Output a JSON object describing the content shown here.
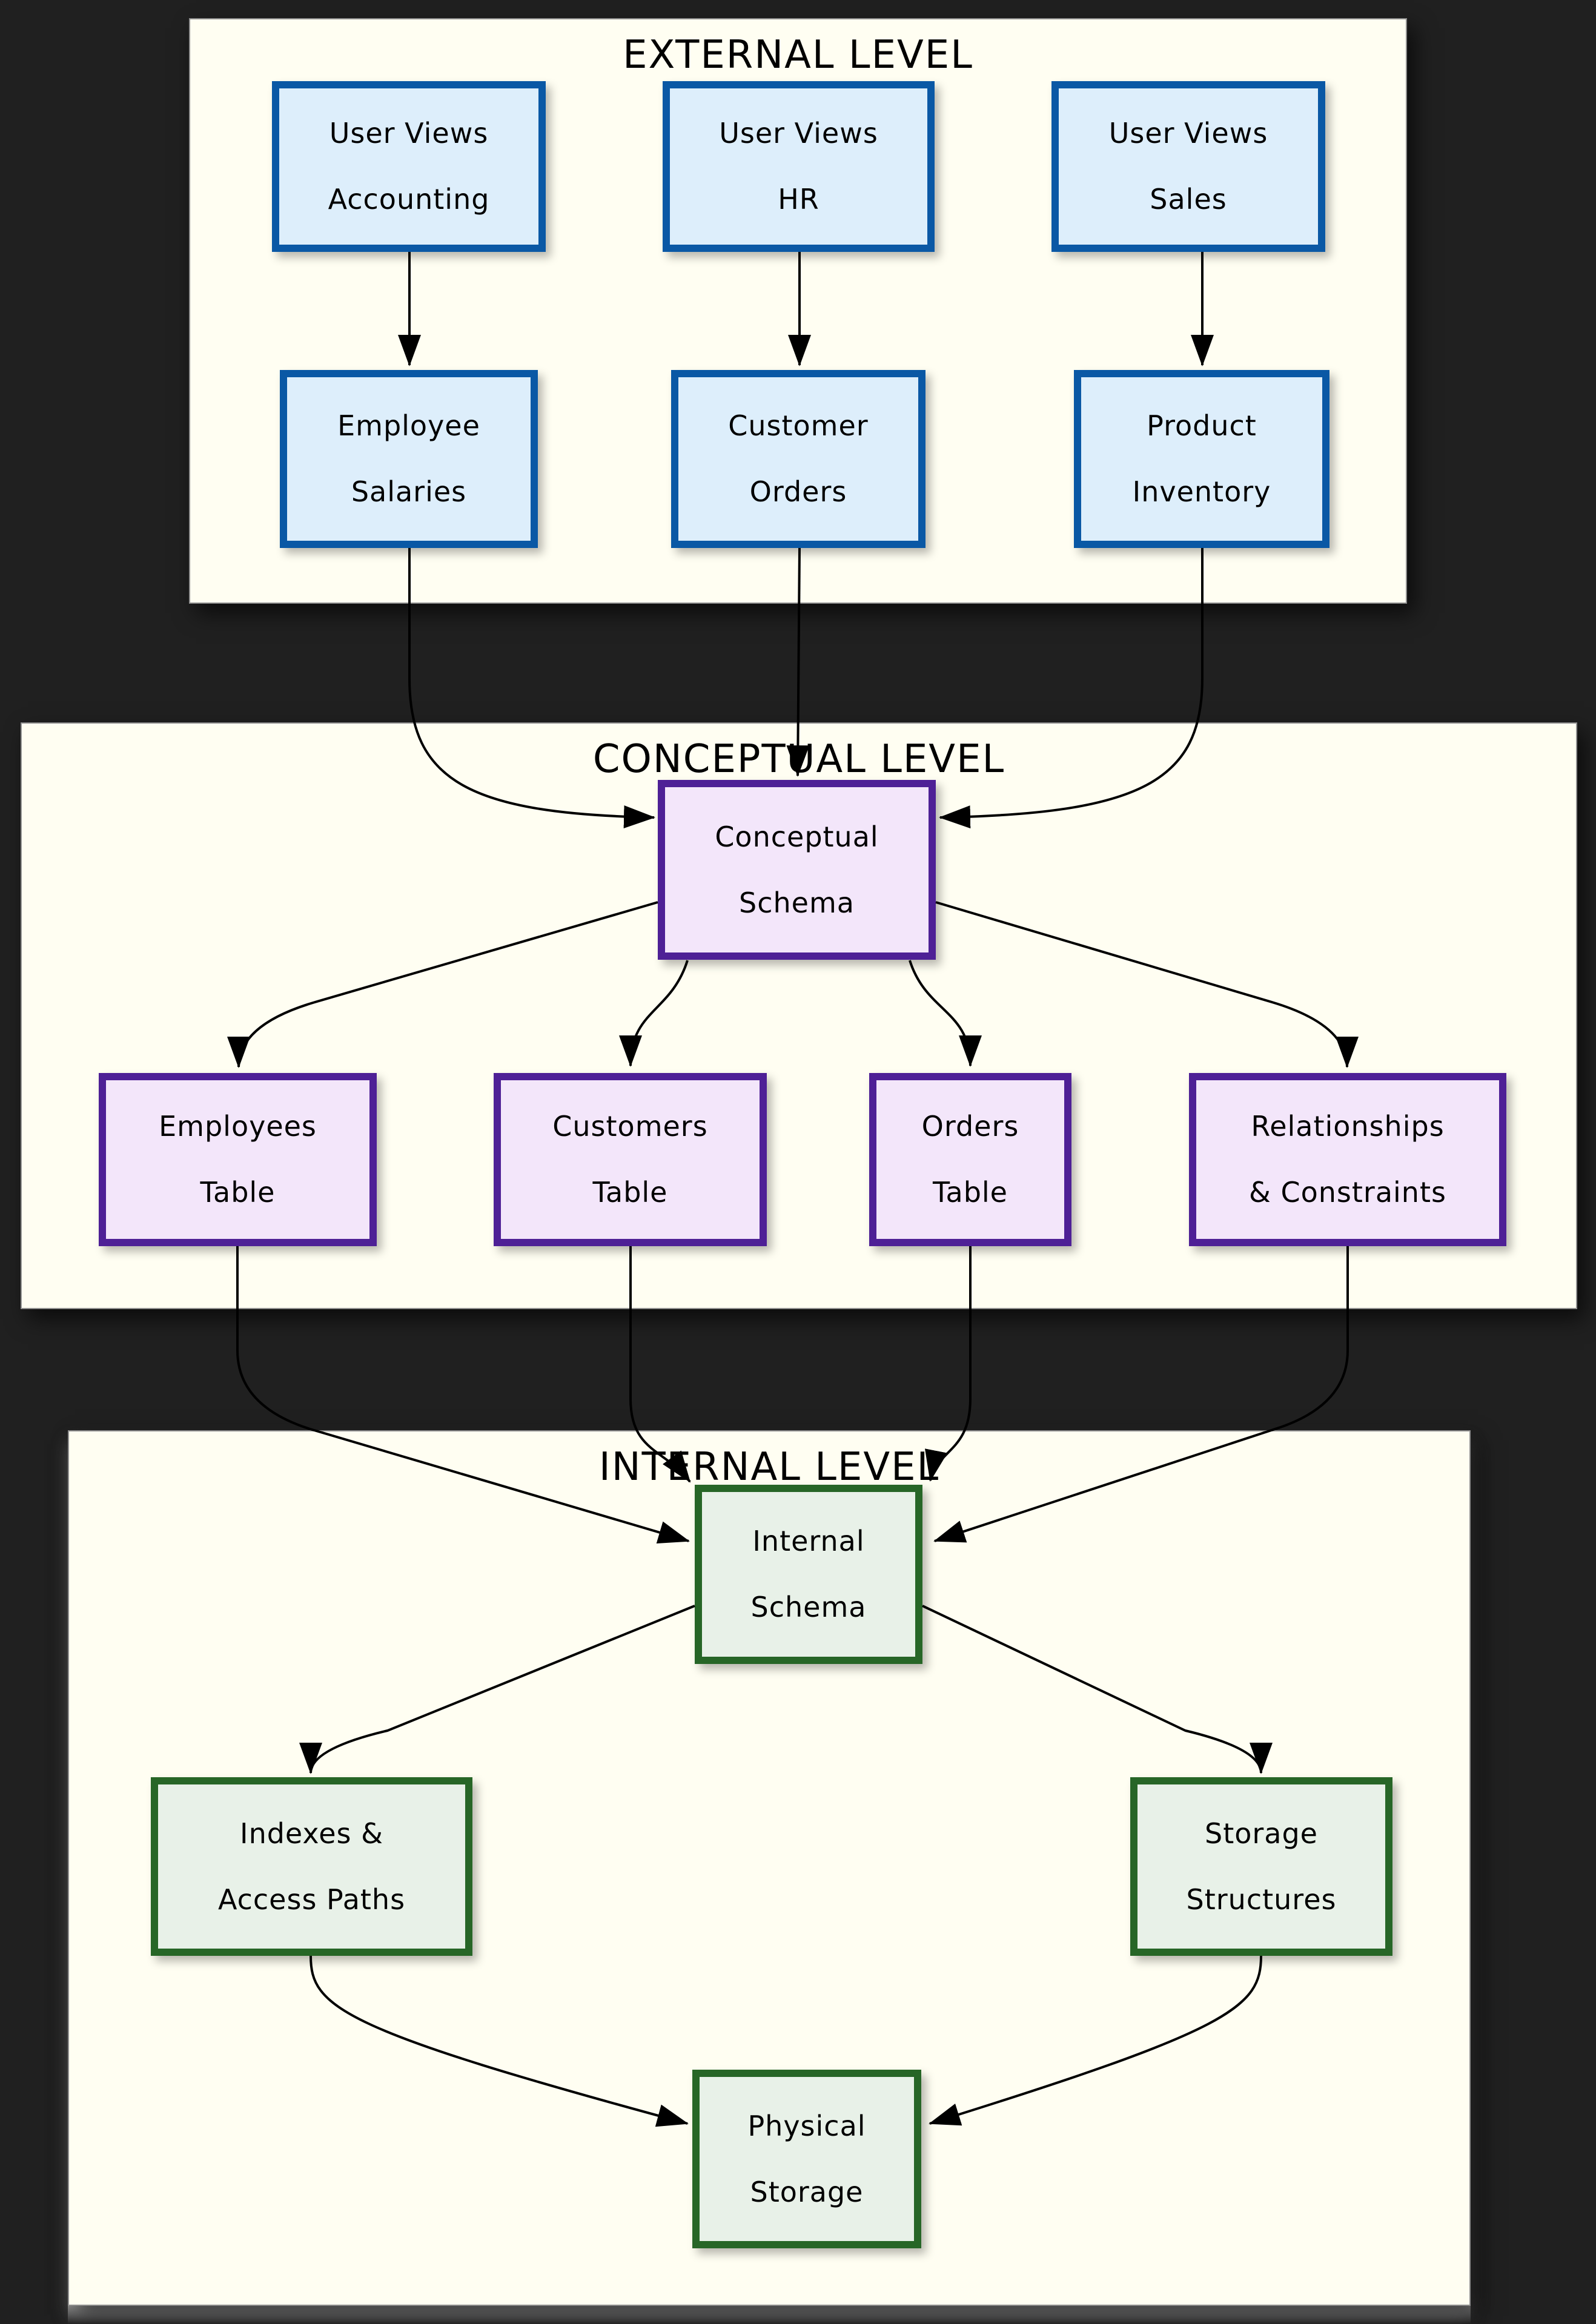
{
  "theme": {
    "page_bg": "#202020",
    "panel_bg": "#fffef2",
    "panel_border": "#8f8f8f",
    "external_border": "#0a58a5",
    "external_fill": "#ddeefb",
    "conceptual_border": "#4e2096",
    "conceptual_fill": "#f3e6fa",
    "internal_border": "#276627",
    "internal_fill": "#e8f1e8",
    "line_color": "#000000",
    "text_color": "#000000"
  },
  "levels": [
    {
      "name": "external",
      "title": "EXTERNAL LEVEL",
      "boxes": [
        {
          "id": "uv-accounting",
          "lines": [
            "User Views",
            "Accounting"
          ]
        },
        {
          "id": "uv-hr",
          "lines": [
            "User Views",
            "HR"
          ]
        },
        {
          "id": "uv-sales",
          "lines": [
            "User Views",
            "Sales"
          ]
        },
        {
          "id": "employee-salaries",
          "lines": [
            "Employee",
            "Salaries"
          ]
        },
        {
          "id": "customer-orders",
          "lines": [
            "Customer",
            "Orders"
          ]
        },
        {
          "id": "product-inventory",
          "lines": [
            "Product",
            "Inventory"
          ]
        }
      ]
    },
    {
      "name": "conceptual",
      "title": "CONCEPTUAL LEVEL",
      "boxes": [
        {
          "id": "conceptual-schema",
          "lines": [
            "Conceptual",
            "Schema"
          ]
        },
        {
          "id": "employees-table",
          "lines": [
            "Employees",
            "Table"
          ]
        },
        {
          "id": "customers-table",
          "lines": [
            "Customers",
            "Table"
          ]
        },
        {
          "id": "orders-table",
          "lines": [
            "Orders",
            "Table"
          ]
        },
        {
          "id": "relationships-constraints",
          "lines": [
            "Relationships",
            "& Constraints"
          ]
        }
      ]
    },
    {
      "name": "internal",
      "title": "INTERNAL LEVEL",
      "boxes": [
        {
          "id": "internal-schema",
          "lines": [
            "Internal",
            "Schema"
          ]
        },
        {
          "id": "indexes-access-paths",
          "lines": [
            "Indexes &",
            "Access Paths"
          ]
        },
        {
          "id": "storage-structures",
          "lines": [
            "Storage",
            "Structures"
          ]
        },
        {
          "id": "physical-storage",
          "lines": [
            "Physical",
            "Storage"
          ]
        }
      ]
    }
  ],
  "connections": [
    {
      "from": "uv-accounting",
      "to": "employee-salaries"
    },
    {
      "from": "uv-hr",
      "to": "customer-orders"
    },
    {
      "from": "uv-sales",
      "to": "product-inventory"
    },
    {
      "from": "employee-salaries",
      "to": "conceptual-schema"
    },
    {
      "from": "customer-orders",
      "to": "conceptual-schema"
    },
    {
      "from": "product-inventory",
      "to": "conceptual-schema"
    },
    {
      "from": "conceptual-schema",
      "to": "employees-table"
    },
    {
      "from": "conceptual-schema",
      "to": "customers-table"
    },
    {
      "from": "conceptual-schema",
      "to": "orders-table"
    },
    {
      "from": "conceptual-schema",
      "to": "relationships-constraints"
    },
    {
      "from": "employees-table",
      "to": "internal-schema"
    },
    {
      "from": "customers-table",
      "to": "internal-schema"
    },
    {
      "from": "orders-table",
      "to": "internal-schema"
    },
    {
      "from": "relationships-constraints",
      "to": "internal-schema"
    },
    {
      "from": "internal-schema",
      "to": "indexes-access-paths"
    },
    {
      "from": "internal-schema",
      "to": "storage-structures"
    },
    {
      "from": "indexes-access-paths",
      "to": "physical-storage"
    },
    {
      "from": "storage-structures",
      "to": "physical-storage"
    }
  ]
}
